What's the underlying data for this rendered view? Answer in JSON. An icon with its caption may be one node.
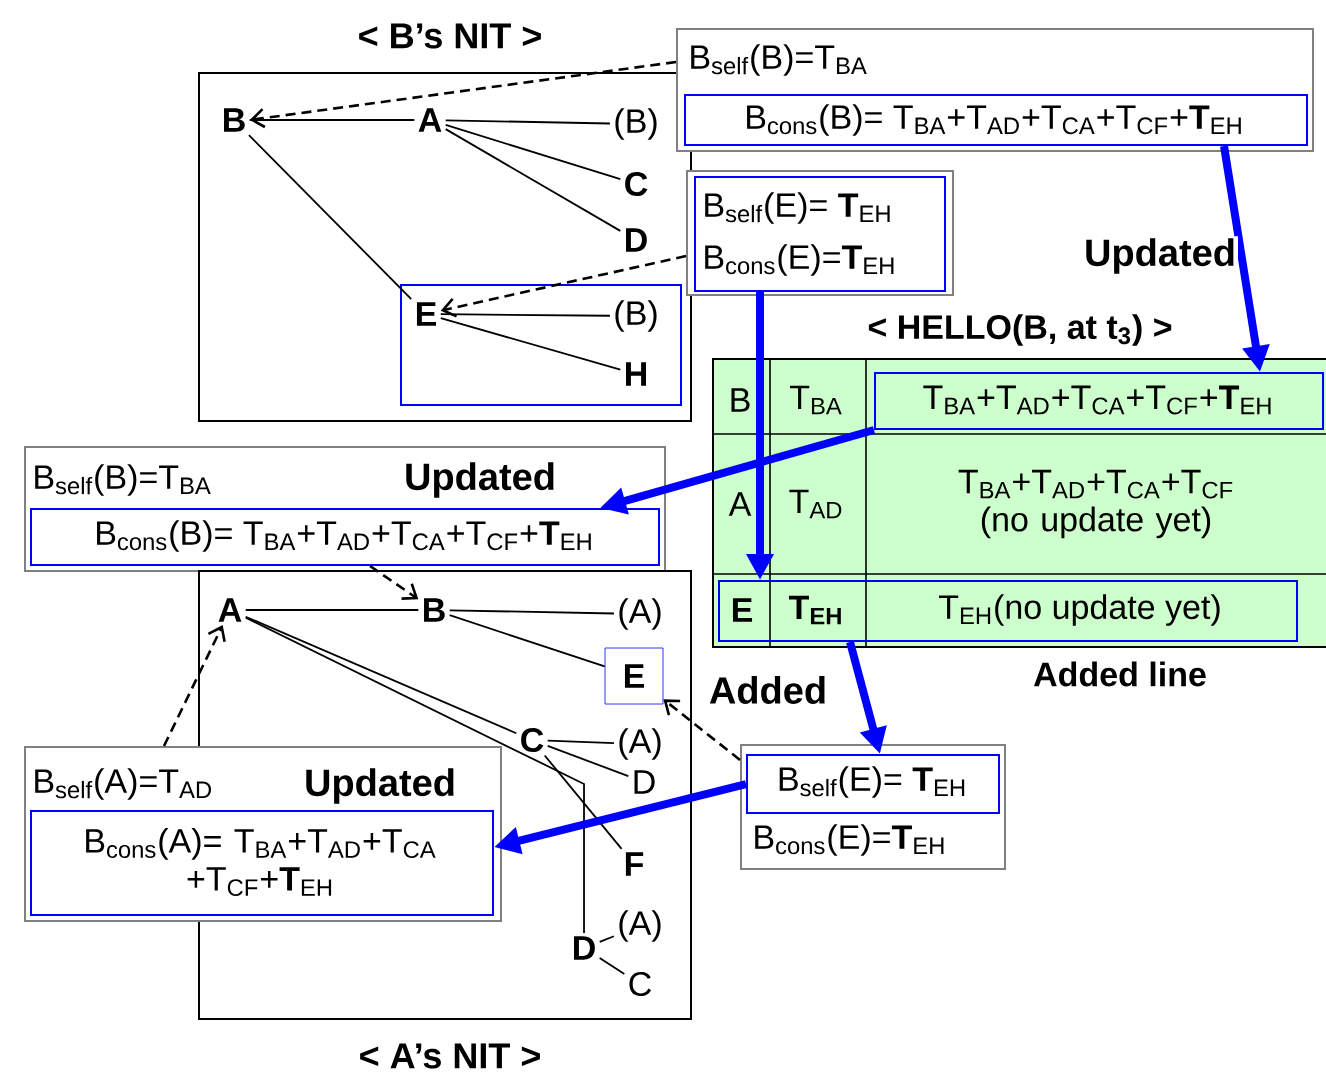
{
  "diagram": {
    "nodes": [
      {
        "text": [
          "< B’s NIT >"
        ]
      },
      {
        "text": [
          "B"
        ],
        "in": 0
      },
      {
        "text": [
          "A"
        ],
        "in": 0
      },
      {
        "text": [
          "(B)"
        ],
        "in": 0
      },
      {
        "text": [
          "C"
        ],
        "in": 0
      },
      {
        "text": [
          "D"
        ],
        "in": 0
      },
      {
        "text": [],
        "shape": "box",
        "in": 0
      },
      {
        "text": [
          "E"
        ],
        "in": 6
      },
      {
        "text": [
          "(B)"
        ],
        "in": 6
      },
      {
        "text": [
          "H"
        ],
        "in": 6
      },
      {
        "text": [
          "B$_{self}$(B)=T$_{BA}$"
        ]
      },
      {
        "text": [
          "B$_{cons}$(B)= T$_{BA}$+T$_{AD}$+T$_{CA}$+T$_{CF}$+**T**$_{EH}$"
        ],
        "in": 10
      },
      {
        "text": [],
        "shape": "box"
      },
      {
        "text": [
          "B$_{self}$(E)= **T**$_{EH}$",
          "B$_{cons}$(E)=**T**$_{EH}$"
        ],
        "in": 12
      },
      {
        "text": [
          "< HELLO(B, at t$_{3}$) >"
        ],
        "beside": [
          "Added line"
        ]
      },
      {
        "text": [
          "B"
        ],
        "in": 14
      },
      {
        "text": [
          "T$_{BA}$"
        ],
        "in": 14
      },
      {
        "text": [
          "T$_{BA}$+T$_{AD}$+T$_{CA}$+T$_{CF}$+**T**$_{EH}$"
        ],
        "in": 14
      },
      {
        "text": [
          "A"
        ],
        "in": 14
      },
      {
        "text": [
          "T$_{AD}$"
        ],
        "in": 14
      },
      {
        "text": [
          "T$_{BA}$+T$_{AD}$+T$_{CA}$+T$_{CF}$ (no update yet)"
        ],
        "in": 14
      },
      {
        "text": [],
        "shape": "box",
        "in": 14
      },
      {
        "text": [
          "E"
        ],
        "in": 21
      },
      {
        "text": [
          "T$_{EH}$"
        ],
        "in": 21
      },
      {
        "text": [
          "T$_{EH}$(no update yet)"
        ],
        "in": 21
      },
      {
        "text": [
          "B$_{self}$(B)=T$_{BA}$"
        ]
      },
      {
        "text": [
          "B$_{cons}$(B)= T$_{BA}$+T$_{AD}$+T$_{CA}$+T$_{CF}$+**T**$_{EH}$"
        ],
        "in": 25
      },
      {
        "text": [
          "< A’s NIT >"
        ]
      },
      {
        "text": [
          "A"
        ],
        "in": 27
      },
      {
        "text": [
          "B"
        ],
        "in": 27
      },
      {
        "text": [
          "(A)"
        ],
        "in": 27
      },
      {
        "text": [
          "E"
        ],
        "in": 27
      },
      {
        "text": [
          "C"
        ],
        "in": 27
      },
      {
        "text": [
          "(A)"
        ],
        "in": 27
      },
      {
        "text": [
          "D"
        ],
        "in": 27
      },
      {
        "text": [
          "F"
        ],
        "in": 27
      },
      {
        "text": [
          "D"
        ],
        "in": 27
      },
      {
        "text": [
          "(A)"
        ],
        "in": 27
      },
      {
        "text": [
          "C"
        ],
        "in": 27
      },
      {
        "text": [
          "B$_{self}$(A)=T$_{AD}$"
        ]
      },
      {
        "text": [
          "B$_{cons}$(A)= T$_{BA}$+T$_{AD}$+T$_{CA}$ +T$_{CF}$+**T**$_{EH}$"
        ],
        "in": 39
      },
      {
        "text": [
          "B$_{cons}$(E)=**T**$_{EH}$"
        ]
      },
      {
        "text": [
          "B$_{self}$(E)= **T**$_{EH}$"
        ],
        "in": 41
      }
    ],
    "edges": [
      {
        "from": 1,
        "to": 2,
        "arrow": "none"
      },
      {
        "from": 2,
        "to": 3,
        "arrow": "none"
      },
      {
        "from": 2,
        "to": 4,
        "arrow": "none"
      },
      {
        "from": 2,
        "to": 5,
        "arrow": "none"
      },
      {
        "from": 1,
        "to": 7,
        "arrow": "none"
      },
      {
        "from": 7,
        "to": 8,
        "arrow": "none"
      },
      {
        "from": 7,
        "to": 9,
        "arrow": "none"
      },
      {
        "from": 28,
        "to": 29,
        "arrow": "none"
      },
      {
        "from": 29,
        "to": 30,
        "arrow": "none"
      },
      {
        "from": 29,
        "to": 31,
        "arrow": "none"
      },
      {
        "from": 28,
        "to": 32,
        "arrow": "none"
      },
      {
        "from": 28,
        "to": 36,
        "arrow": "none"
      },
      {
        "from": 32,
        "to": 33,
        "arrow": "none"
      },
      {
        "from": 32,
        "to": 34,
        "arrow": "none"
      },
      {
        "from": 32,
        "to": 35,
        "arrow": "none"
      },
      {
        "from": 36,
        "to": 37,
        "arrow": "none"
      },
      {
        "from": 36,
        "to": 38,
        "arrow": "none"
      },
      {
        "from": 10,
        "to": 1,
        "arrow": "to",
        "style": "dashed"
      },
      {
        "from": 12,
        "to": 7,
        "arrow": "to",
        "style": "dashed"
      },
      {
        "from": 26,
        "to": 29,
        "arrow": "to",
        "style": "dashed"
      },
      {
        "from": 39,
        "to": 28,
        "arrow": "to",
        "style": "dashed"
      },
      {
        "from": 41,
        "to": 31,
        "arrow": "to",
        "style": "dashed",
        "label": "Added"
      },
      {
        "from": 11,
        "to": 17,
        "arrow": "to",
        "style": "thick",
        "color": "#0000ff",
        "label": "Updated"
      },
      {
        "from": 17,
        "to": 26,
        "arrow": "to",
        "style": "thick",
        "color": "#0000ff",
        "label": "Updated"
      },
      {
        "from": 13,
        "to": 21,
        "arrow": "to",
        "style": "thick",
        "color": "#0000ff"
      },
      {
        "from": 21,
        "to": 42,
        "arrow": "to",
        "style": "thick",
        "color": "#0000ff"
      },
      {
        "from": 42,
        "to": 40,
        "arrow": "to",
        "style": "thick",
        "color": "#0000ff",
        "label": "Updated"
      }
    ]
  }
}
